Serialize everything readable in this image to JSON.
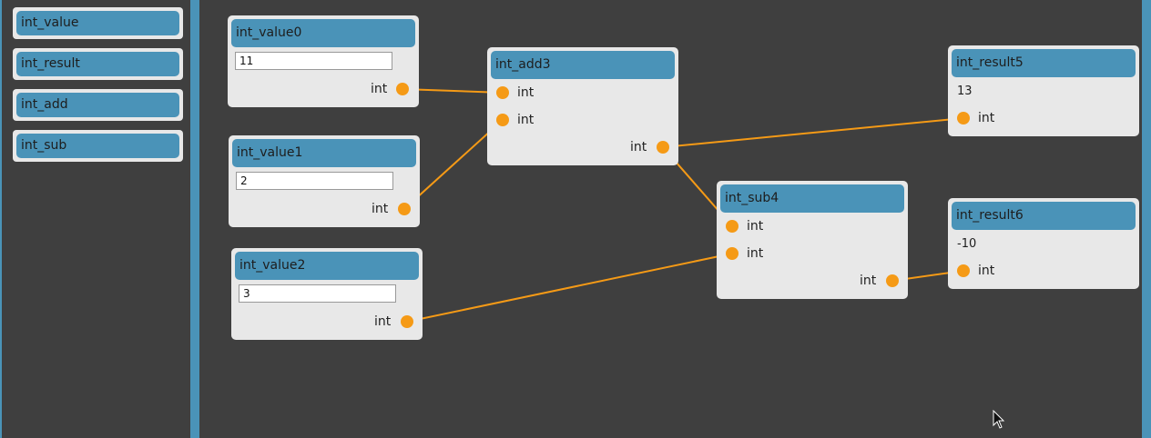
{
  "palette": {
    "items": [
      {
        "label": "int_value"
      },
      {
        "label": "int_result"
      },
      {
        "label": "int_add"
      },
      {
        "label": "int_sub"
      }
    ]
  },
  "nodes": {
    "int_value0": {
      "title": "int_value0",
      "value": "11",
      "out_label": "int"
    },
    "int_value1": {
      "title": "int_value1",
      "value": "2",
      "out_label": "int"
    },
    "int_value2": {
      "title": "int_value2",
      "value": "3",
      "out_label": "int"
    },
    "int_add3": {
      "title": "int_add3",
      "in1_label": "int",
      "in2_label": "int",
      "out_label": "int"
    },
    "int_sub4": {
      "title": "int_sub4",
      "in1_label": "int",
      "in2_label": "int",
      "out_label": "int"
    },
    "int_result5": {
      "title": "int_result5",
      "result": "13",
      "in_label": "int"
    },
    "int_result6": {
      "title": "int_result6",
      "result": "-10",
      "in_label": "int"
    }
  },
  "colors": {
    "accent": "#4a93b8",
    "port": "#f59a16",
    "node_bg": "#e8e8e8",
    "canvas_bg": "#3f3f3f"
  }
}
